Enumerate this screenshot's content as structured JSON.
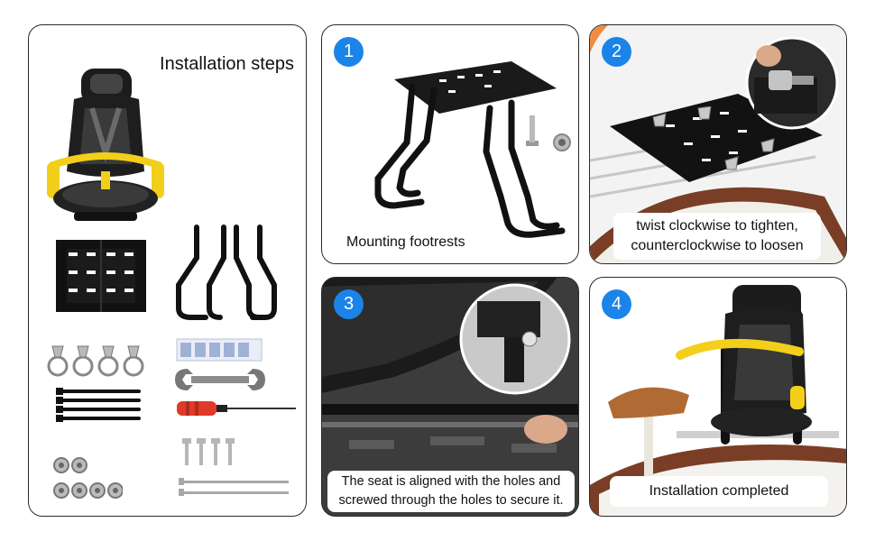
{
  "components_panel": {
    "title": "Installation steps"
  },
  "steps": [
    {
      "number": "1",
      "caption": "Mounting footrests"
    },
    {
      "number": "2",
      "caption_line1": "twist clockwise to tighten,",
      "caption_line2": "counterclockwise to loosen"
    },
    {
      "number": "3",
      "caption_line1": "The seat is aligned with the holes and",
      "caption_line2": "screwed through the holes to secure it."
    },
    {
      "number": "4",
      "caption": "Installation completed"
    }
  ],
  "colors": {
    "badge": "#1b84e8",
    "accent_yellow": "#f2cf1a",
    "frame_black": "#111111",
    "border": "#2b2b2b"
  },
  "icons": [
    "child-seat-icon",
    "mounting-plate-icon",
    "footrest-bracket-icon",
    "butterfly-nut-icon",
    "cable-tie-icon",
    "adhesive-pad-icon",
    "wrench-icon",
    "screwdriver-icon",
    "hex-nut-icon",
    "bolt-icon",
    "long-bolt-icon",
    "bicycle-saddle-icon",
    "bike-wheel-icon"
  ]
}
